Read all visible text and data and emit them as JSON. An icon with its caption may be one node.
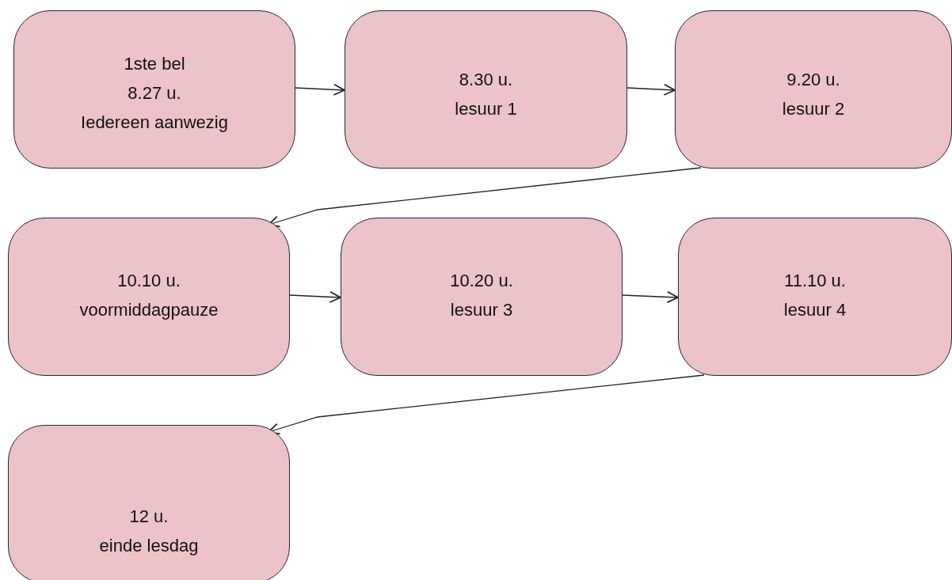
{
  "diagram": {
    "nodes": [
      {
        "text": [
          "1ste bel",
          "8.27 u.",
          "Iedereen aanwezig"
        ]
      },
      {
        "text": [
          "8.30 u.",
          "lesuur 1"
        ]
      },
      {
        "text": [
          "9.20 u.",
          "lesuur 2"
        ]
      },
      {
        "text": [
          "10.10 u.",
          "voormiddagpauze"
        ]
      },
      {
        "text": [
          "10.20 u.",
          "lesuur 3"
        ]
      },
      {
        "text": [
          "11.10 u.",
          "lesuur 4"
        ]
      },
      {
        "text": [
          "12 u.",
          "einde lesdag"
        ]
      }
    ],
    "edges": [
      {
        "from": 0,
        "to": 1,
        "arrow": "to"
      },
      {
        "from": 1,
        "to": 2,
        "arrow": "to"
      },
      {
        "from": 2,
        "to": 3,
        "arrow": "to"
      },
      {
        "from": 3,
        "to": 4,
        "arrow": "to"
      },
      {
        "from": 4,
        "to": 5,
        "arrow": "to"
      },
      {
        "from": 5,
        "to": 6,
        "arrow": "to"
      }
    ]
  }
}
